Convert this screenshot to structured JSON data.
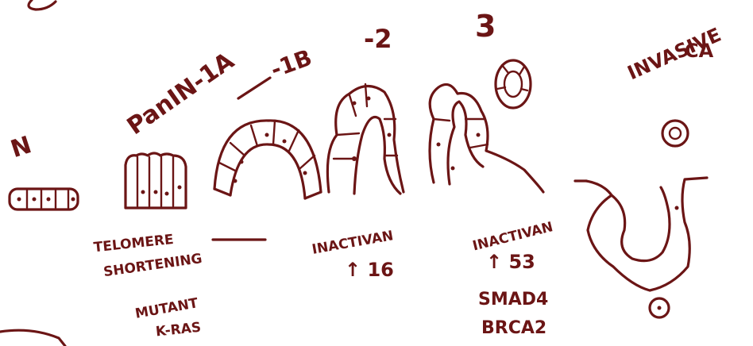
{
  "stages": {
    "normal": "N",
    "panin_1a": "PanIN-1A",
    "panin_1b": "-1B",
    "panin_2": "-2",
    "panin_3": "3",
    "invasive_line1": "INVASIVE",
    "invasive_line2": "CA"
  },
  "annotations": {
    "telomere_line1": "TELOMERE",
    "telomere_line2": "SHORTENING",
    "kras_line1": "MUTANT",
    "kras_line2": "K-RAS",
    "p16_line1": "INACTIVAN",
    "p16_line2": "↑ 16",
    "p53_line1": "INACTIVAN",
    "p53_line2": "↑ 53",
    "smad4": "SMAD4",
    "brca2": "BRCA2"
  },
  "colors": {
    "ink": "#6b1515",
    "background": "#ffffff"
  }
}
